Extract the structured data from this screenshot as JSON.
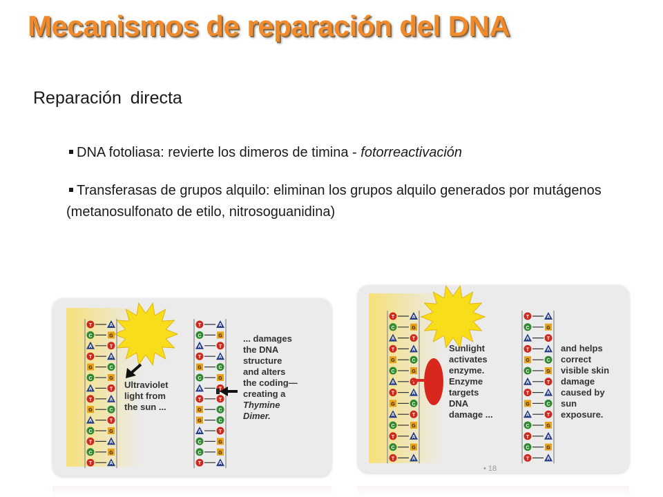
{
  "slide": {
    "title": "Mecanismos de reparación del DNA",
    "subtitle": "Reparación directa",
    "bullets": [
      {
        "text": "DNA fotoliasa: revierte los dimeros de timina - ",
        "emphasis": "fotorreactivación"
      },
      {
        "text": "Transferasas de grupos alquilo: eliminan los grupos alquilo generados por mutágenos (metanosulfonato de etilo, nitrosoguanidina)",
        "emphasis": ""
      }
    ],
    "slide_number": "• 18"
  },
  "figure_left": {
    "caption_uv": [
      "Ultraviolet",
      "light from",
      "the sun ..."
    ],
    "caption_damage": [
      "... damages",
      "the DNA",
      "structure",
      "and alters",
      "the coding—",
      "creating a",
      "Thymine",
      "Dimer."
    ]
  },
  "figure_right": {
    "caption_enzyme": [
      "Sunlight",
      "activates",
      "enzyme.",
      "Enzyme",
      "targets",
      "DNA",
      "damage ..."
    ],
    "caption_repair": [
      "and helps",
      "correct",
      "visible skin",
      "damage",
      "caused by",
      "sun",
      "exposure."
    ]
  },
  "dna": {
    "strand_a": [
      [
        "T",
        "A"
      ],
      [
        "C",
        "G"
      ],
      [
        "A",
        "T"
      ],
      [
        "T",
        "A"
      ],
      [
        "G",
        "C"
      ],
      [
        "C",
        "G"
      ],
      [
        "A",
        "T"
      ],
      [
        "T",
        "A"
      ],
      [
        "G",
        "C"
      ],
      [
        "A",
        "T"
      ],
      [
        "C",
        "G"
      ],
      [
        "T",
        "A"
      ],
      [
        "C",
        "G"
      ],
      [
        "T",
        "A"
      ]
    ],
    "strand_b": [
      [
        "T",
        "A"
      ],
      [
        "C",
        "G"
      ],
      [
        "A",
        "T"
      ],
      [
        "T",
        "A"
      ],
      [
        "G",
        "C"
      ],
      [
        "C",
        "G"
      ],
      [
        "A",
        "T"
      ],
      [
        "T",
        "T"
      ],
      [
        "G",
        "C"
      ],
      [
        "G",
        "C"
      ],
      [
        "A",
        "T"
      ],
      [
        "C",
        "G"
      ],
      [
        "C",
        "G"
      ],
      [
        "T",
        "A"
      ]
    ],
    "strand_c": [
      [
        "T",
        "A"
      ],
      [
        "C",
        "G"
      ],
      [
        "A",
        "T"
      ],
      [
        "T",
        "A"
      ],
      [
        "G",
        "C"
      ],
      [
        "C",
        "G"
      ],
      [
        "A",
        "T"
      ],
      [
        "T",
        "A"
      ],
      [
        "G",
        "C"
      ],
      [
        "A",
        "T"
      ],
      [
        "C",
        "G"
      ],
      [
        "T",
        "A"
      ],
      [
        "C",
        "G"
      ],
      [
        "T",
        "A"
      ]
    ]
  },
  "colors": {
    "title": "#f08a2a",
    "base_T": "#cc2a1e",
    "base_C": "#2f8a2f",
    "base_A": "#243c86",
    "base_G": "#e7a21a",
    "uv_band": "#f6e07a",
    "enzyme": "#d8281e",
    "sun": "#f7dd1a"
  },
  "icons": [
    "sun-icon",
    "arrow-down-left-icon",
    "arrow-left-icon",
    "enzyme-icon"
  ]
}
